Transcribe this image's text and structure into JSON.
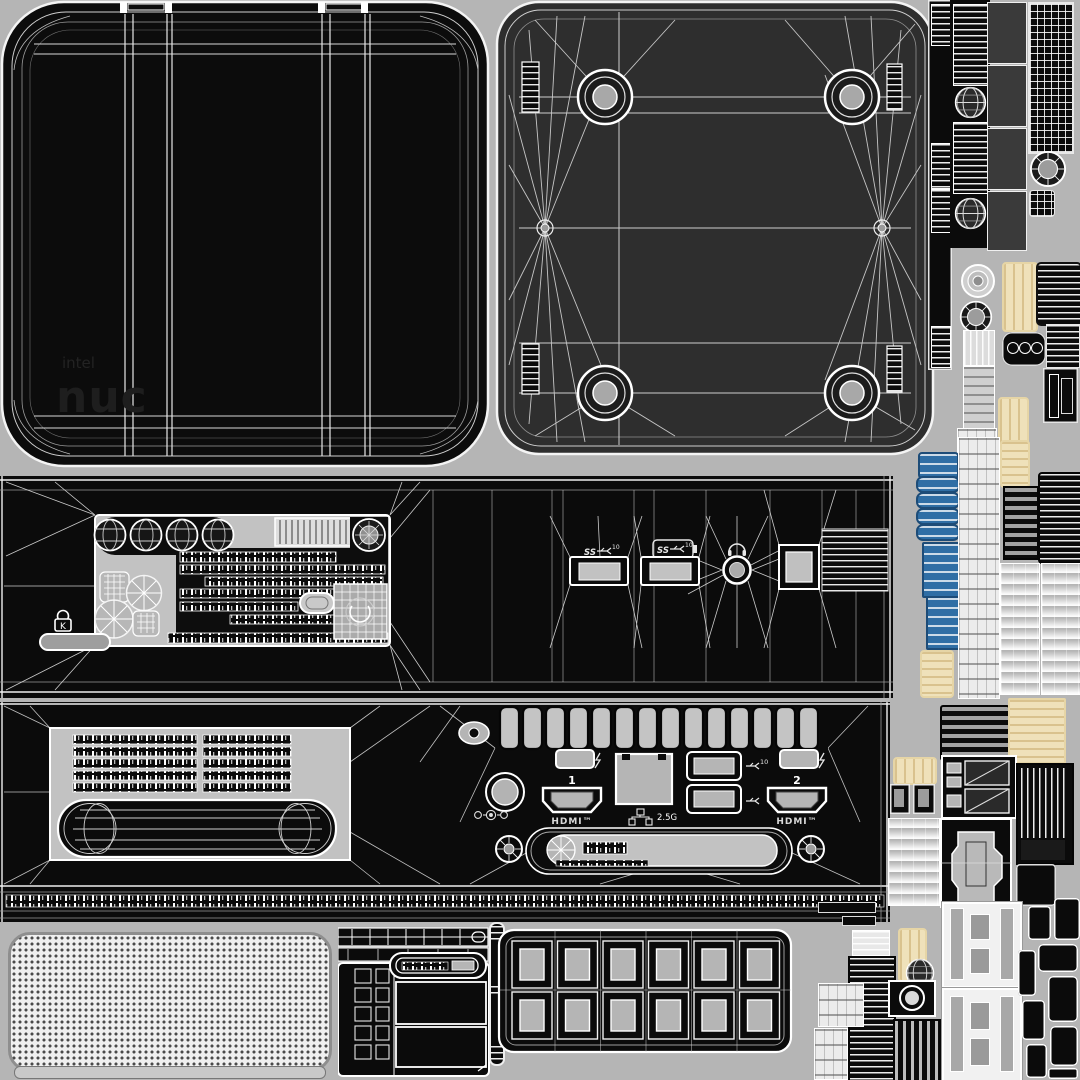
{
  "meta": {
    "description_label": "UV texture atlas wireframe sheet of an Intel NUC mini PC 3D model"
  },
  "colors": {
    "background": "#b5b5b5",
    "panel_black": "#0b0b0b",
    "plate_gray": "#2e2e2e",
    "inset_gray": "#c2c2c2",
    "wire_white": "#f4f4f4",
    "beige": "#efe1ba",
    "blue": "#2f6ea5"
  },
  "lid": {
    "brand_top": "intel",
    "brand_bottom": "nuc"
  },
  "front_io": {
    "usb_a_label": "SS",
    "usb_a_speed": "10",
    "usb_b_label": "SS",
    "usb_b_speed": "10"
  },
  "rear_io": {
    "hdmi_1_number": "1",
    "hdmi_2_number": "2",
    "hdmi_1_label": "HDMI™",
    "hdmi_2_label": "HDMI™",
    "lan_label": "2.5G",
    "usb_speed_label": "10"
  },
  "security": {
    "kensington_letter": "K"
  }
}
